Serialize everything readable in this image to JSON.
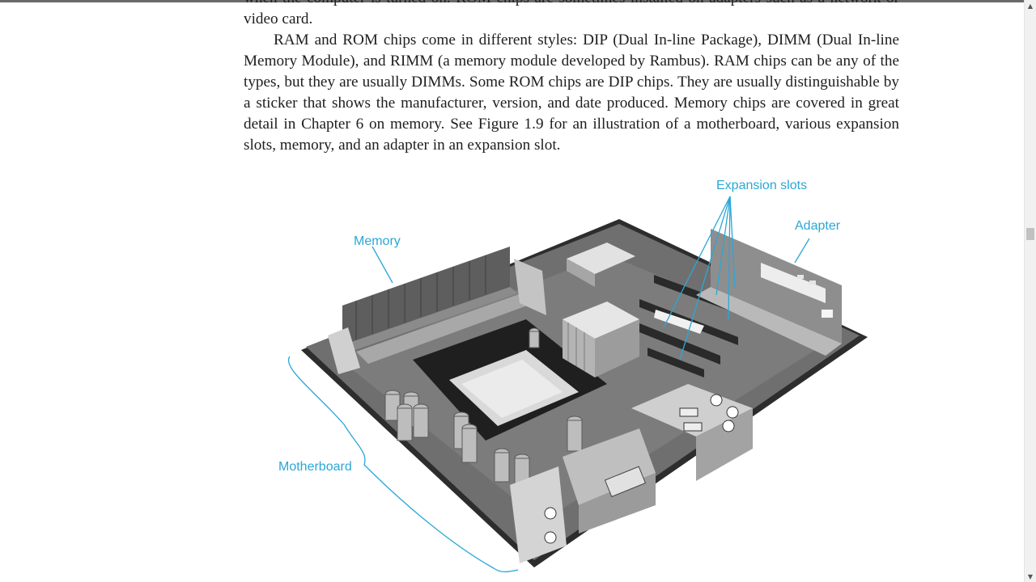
{
  "document": {
    "para1_text": "when the computer is turned on. ROM chips are sometimes installed on adapters such as a net­work or video card.",
    "para2_text": "RAM and ROM chips come in different styles: DIP (Dual In-line Package), DIMM (Dual In-line Memory Module), and RIMM (a memory module developed by Rambus). RAM chips can be any of the types, but they are usually DIMMs. Some ROM chips are DIP chips. They are usually distinguishable by a sticker that shows the manufacturer, version, and date produced. Memory chips are covered in great detail in Chapter 6 on memory. See Figure 1.9 for an illustration of a motherboard, various expansion slots, memory, and an adapter in an expansion slot."
  },
  "figure": {
    "callouts": {
      "expansion_slots": "Expansion slots",
      "adapter": "Adapter",
      "memory": "Memory",
      "motherboard": "Motherboard"
    },
    "callout_color": "#2ba7d6"
  },
  "scrollbar": {
    "up_icon": "▲",
    "down_icon": "▼"
  }
}
